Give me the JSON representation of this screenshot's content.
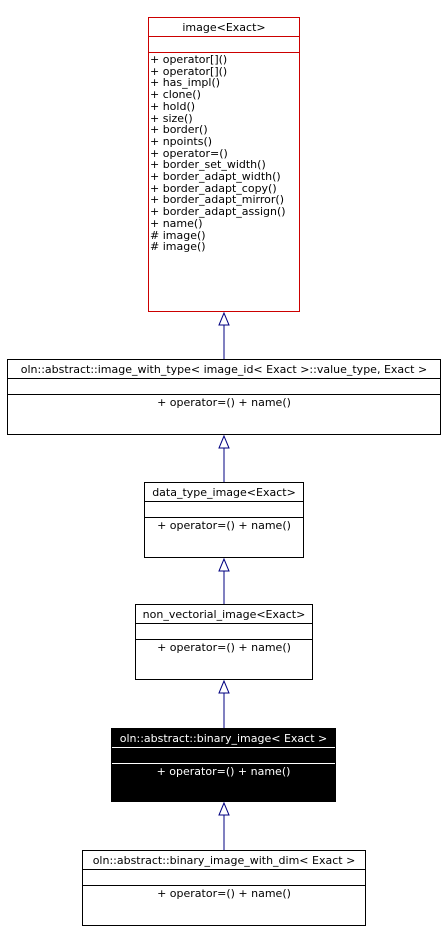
{
  "classes": [
    {
      "name": "image<Exact>",
      "members": [
        "+ operator[]()",
        "+ operator[]()",
        "+ has_impl()",
        "+ clone()",
        "+ hold()",
        "+ size()",
        "+ border()",
        "+ npoints()",
        "+ operator=()",
        "+ border_set_width()",
        "+ border_adapt_width()",
        "+ border_adapt_copy()",
        "+ border_adapt_mirror()",
        "+ border_adapt_assign()",
        "+ name()",
        "# image()",
        "# image()"
      ],
      "border_color": "#cc0000"
    },
    {
      "name": "oln::abstract::image_with_type< image_id< Exact >::value_type, Exact >",
      "members": [
        "+ operator=()",
        "+ name()"
      ]
    },
    {
      "name": "data_type_image<Exact>",
      "members": [
        "+ operator=()",
        "+ name()"
      ]
    },
    {
      "name": "non_vectorial_image<Exact>",
      "members": [
        "+ operator=()",
        "+ name()"
      ]
    },
    {
      "name": "oln::abstract::binary_image< Exact >",
      "members": [
        "+ operator=()",
        "+ name()"
      ],
      "highlighted": true
    },
    {
      "name": "oln::abstract::binary_image_with_dim< Exact >",
      "members": [
        "+ operator=()",
        "+ name()"
      ]
    }
  ],
  "edge_color": "#000080"
}
